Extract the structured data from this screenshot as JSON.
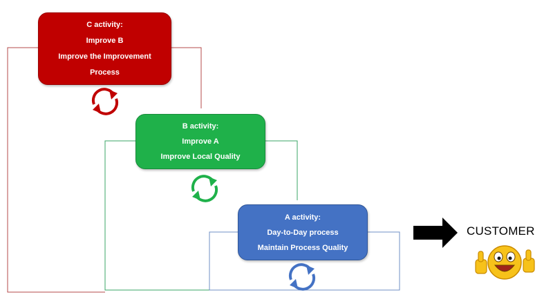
{
  "colors": {
    "c_level": "#c00000",
    "b_level": "#1fb14a",
    "a_level": "#4472c4",
    "c_line": "#b44a4a",
    "b_line": "#3aa566",
    "a_line": "#6f8fc4",
    "arrow": "#000000",
    "smiley": "#f7c21a"
  },
  "boxes": {
    "c": {
      "title": "C activity:",
      "line1": "Improve B",
      "line2": "Improve the Improvement",
      "line3": "Process"
    },
    "b": {
      "title": "B activity:",
      "line1": "Improve A",
      "line2": "Improve Local Quality"
    },
    "a": {
      "title": "A activity:",
      "line1": "Day-to-Day process",
      "line2": "Maintain Process Quality"
    }
  },
  "cycle_icons": [
    "cycle-arrows-icon",
    "cycle-arrows-icon",
    "cycle-arrows-icon"
  ],
  "target": {
    "label": "CUSTOMER",
    "icon": "smiley-thumbs-up-icon"
  }
}
